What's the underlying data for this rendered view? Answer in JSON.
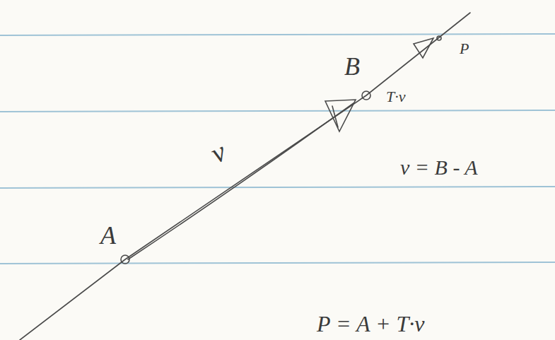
{
  "diagram": {
    "labels": [
      "A",
      "B",
      "T·v",
      "P",
      "v",
      "v = B - A",
      "P = A + T·v"
    ]
  }
}
